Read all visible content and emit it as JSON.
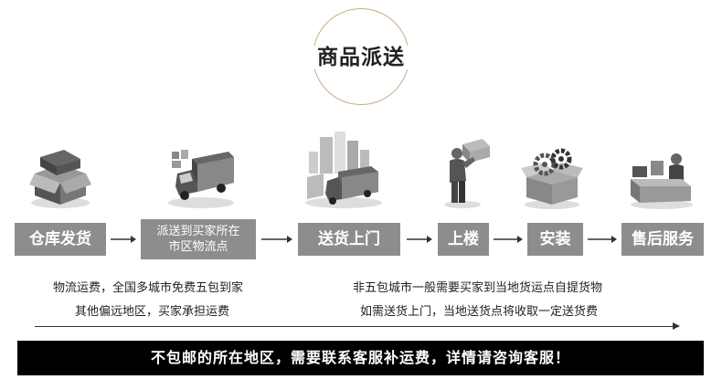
{
  "title": "商品派送",
  "steps": [
    {
      "label": "仓库发货"
    },
    {
      "label_line1": "派送到买家所在",
      "label_line2": "市区物流点"
    },
    {
      "label": "送货上门"
    },
    {
      "label": "上楼"
    },
    {
      "label": "安装"
    },
    {
      "label": "售后服务"
    }
  ],
  "notes": {
    "left_line1": "物流运费，全国多城市免费五包到家",
    "left_line2": "其他偏远地区，买家承担运费",
    "right_line1": "非五包城市一般需要买家到当地货运点自提货物",
    "right_line2": "如需送货上门，当地送货点将收取一定送货费"
  },
  "banner": "不包邮的所在地区，需要联系客服补运费，详情请咨询客服！",
  "icons": [
    "open-box-icon",
    "delivery-truck-icon",
    "city-truck-icon",
    "porter-icon",
    "gear-box-icon",
    "service-desk-icon"
  ],
  "colors": {
    "step_bg": "#8d8d8d",
    "arc": "#c9ad88",
    "banner_bg": "#000000"
  }
}
